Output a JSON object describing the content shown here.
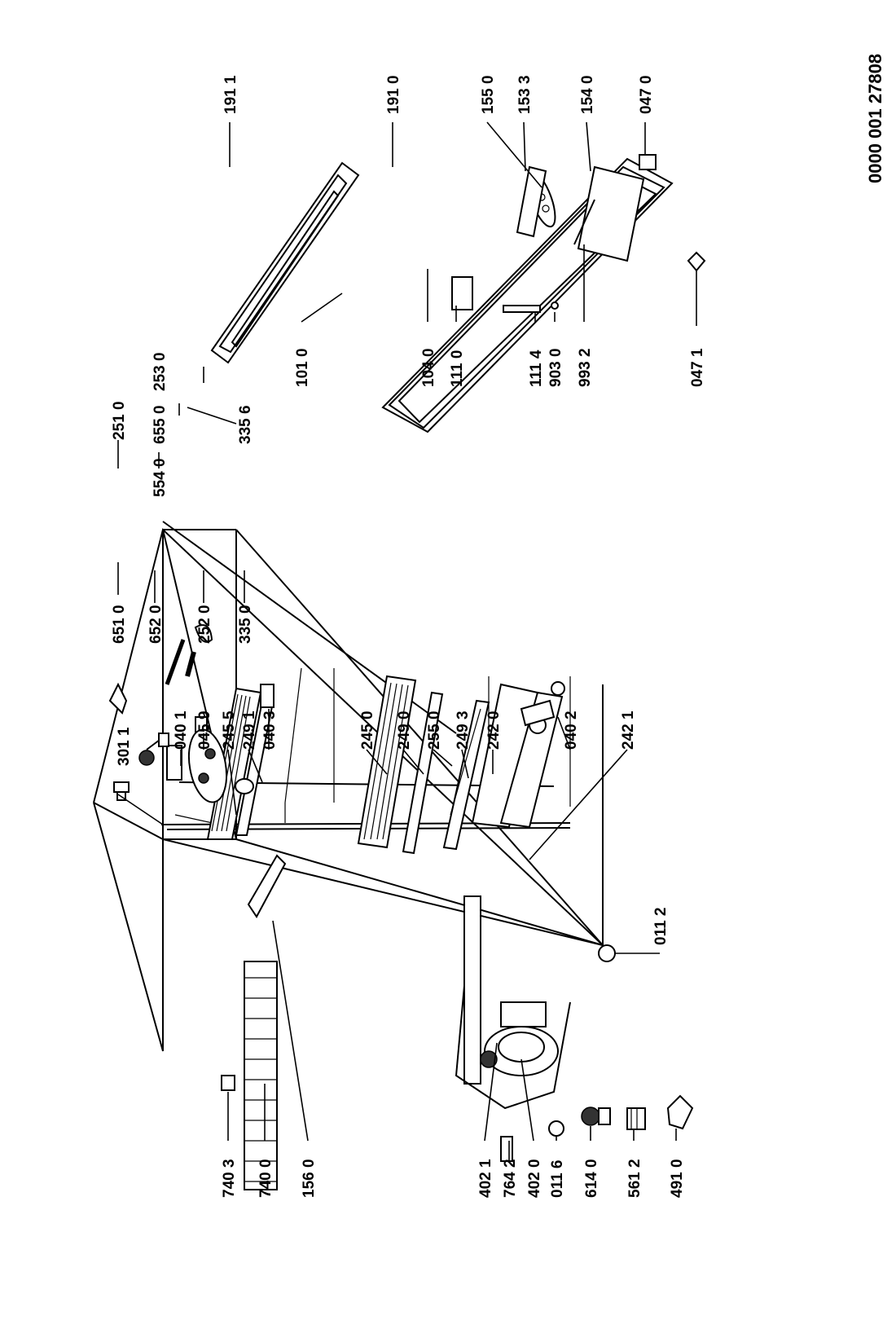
{
  "document_number": "0000  001 27808",
  "labels": [
    "301 1",
    "040 1",
    "045 9",
    "245 5",
    "249 1",
    "040 3",
    "245 0",
    "249 0",
    "255 0",
    "249 3",
    "242 0",
    "040 2",
    "242 1",
    "011 2",
    "740 3",
    "740 0",
    "156 0",
    "402 1",
    "764 2",
    "402 0",
    "011 6",
    "614 0",
    "561 2",
    "491 0",
    "651 0",
    "652 0",
    "252 0",
    "335 0",
    "251 0",
    "554 0",
    "655 0",
    "335 6",
    "253 0",
    "101 0",
    "191 1",
    "191 0",
    "155 0",
    "153 3",
    "154 0",
    "047 0",
    "104 0",
    "111 0",
    "111 4",
    "903 0",
    "993 2",
    "047 1"
  ]
}
